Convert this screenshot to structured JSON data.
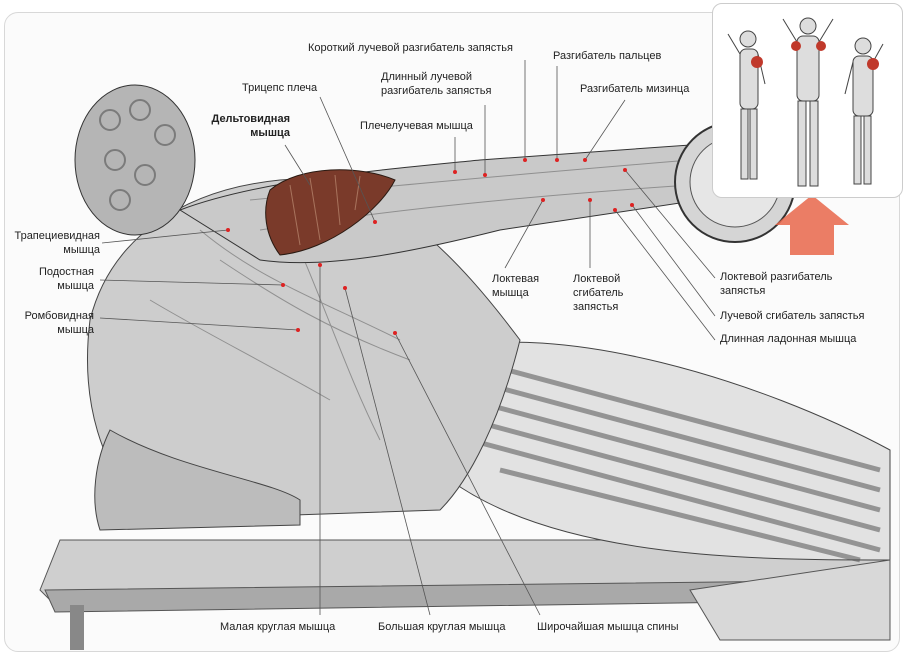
{
  "labels": {
    "short_radial_extensor": "Короткий лучевой разгибатель запястья",
    "finger_extensor": "Разгибатель пальцев",
    "long_radial_extensor_1": "Длинный лучевой",
    "long_radial_extensor_2": "разгибатель запястья",
    "triceps": "Трицепс плеча",
    "pinky_extensor": "Разгибатель мизинца",
    "deltoid_1": "Дельтовидная",
    "deltoid_2": "мышца",
    "brachioradialis": "Плечелучевая мышца",
    "trapezius_1": "Трапециевидная",
    "trapezius_2": "мышца",
    "infraspinatus_1": "Подостная",
    "infraspinatus_2": "мышца",
    "rhomboid_1": "Ромбовидная",
    "rhomboid_2": "мышца",
    "anconeus_1": "Локтевая",
    "anconeus_2": "мышца",
    "ulnar_flexor_1": "Локтевой",
    "ulnar_flexor_2": "сгибатель",
    "ulnar_flexor_3": "запястья",
    "ulnar_extensor_1": "Локтевой разгибатель",
    "ulnar_extensor_2": "запястья",
    "radial_flexor": "Лучевой сгибатель запястья",
    "palmaris_longus": "Длинная ладонная мышца",
    "teres_minor": "Малая круглая мышца",
    "teres_major": "Большая круглая мышца",
    "latissimus": "Широчайшая мышца спины"
  },
  "colors": {
    "highlight": "#c0392b",
    "arrow": "#e8664a",
    "muscle": "#8a8a8a"
  }
}
